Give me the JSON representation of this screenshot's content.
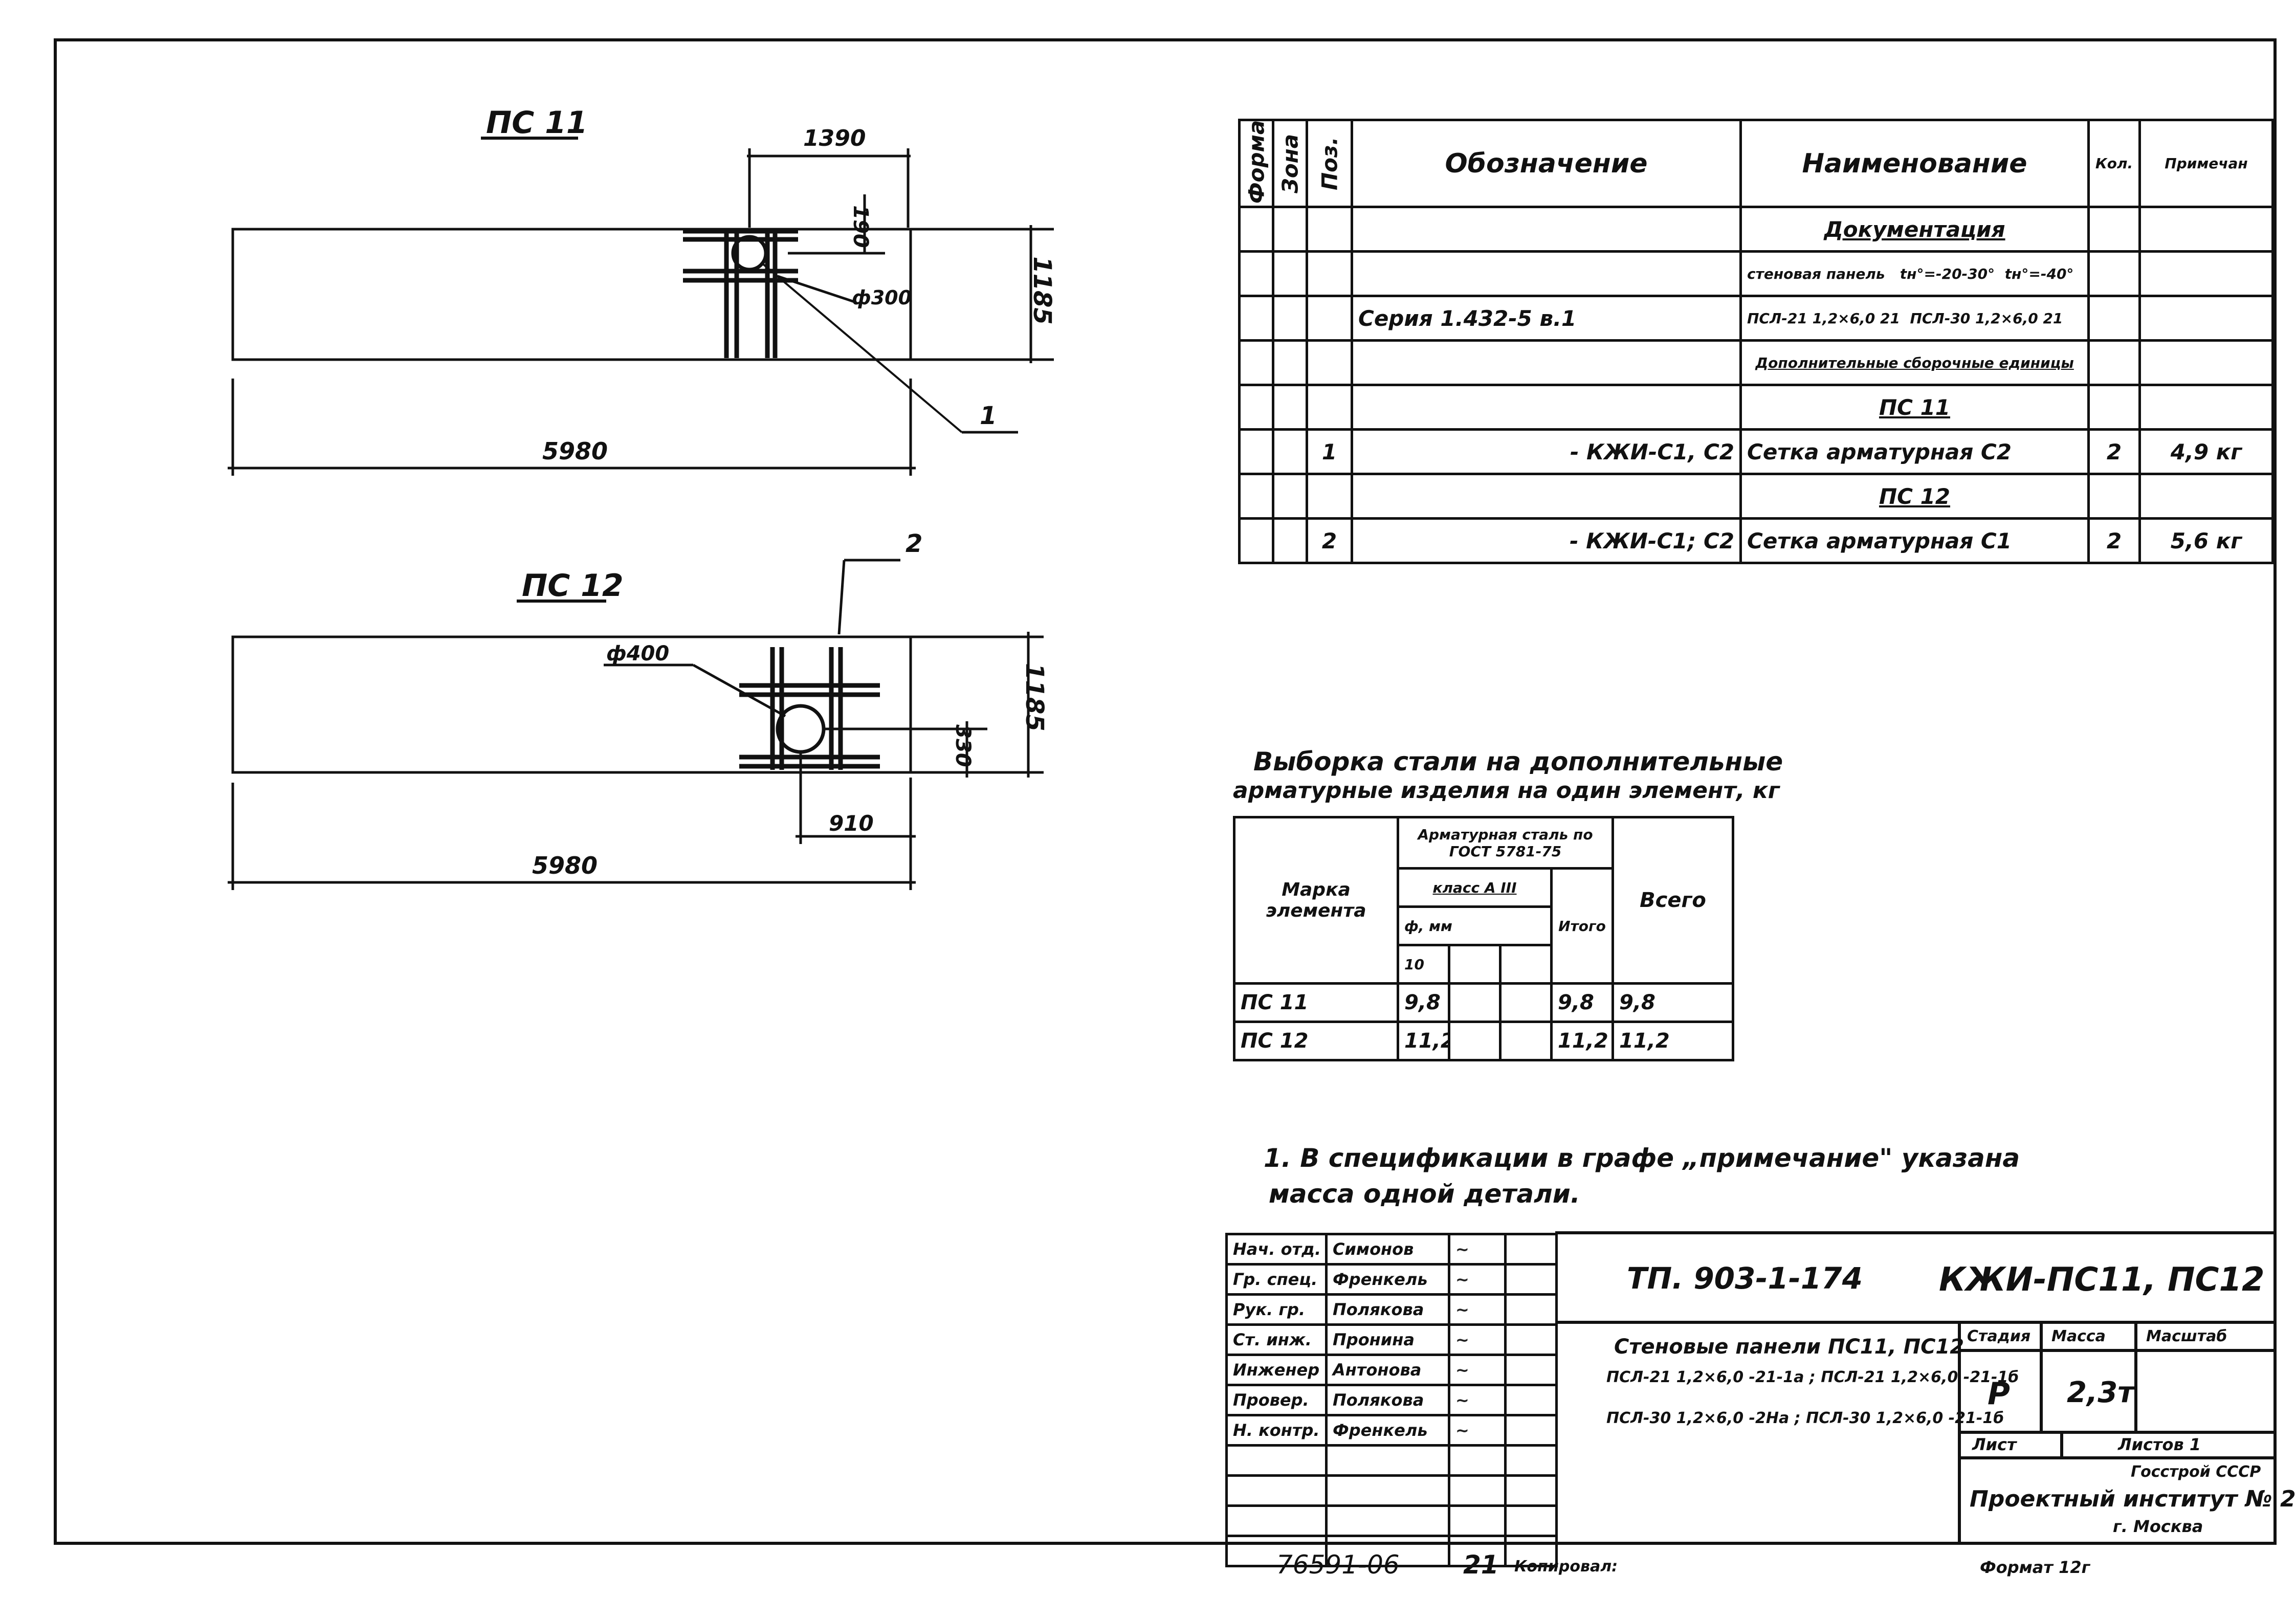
{
  "drawings": [
    {
      "title": "ПС 11",
      "dims": {
        "offset_h": "1390",
        "offset_v": "190",
        "height": "1185",
        "length": "5980",
        "hole": "ф300"
      },
      "callout": "1"
    },
    {
      "title": "ПС 12",
      "dims": {
        "offset_h": "910",
        "offset_v": "330",
        "height": "1185",
        "length": "5980",
        "hole": "ф400"
      },
      "callout": "2"
    }
  ],
  "spec_table": {
    "headers": [
      "Формат",
      "Зона",
      "Поз.",
      "Обозначение",
      "Наименование",
      "Кол.",
      "Примечан"
    ],
    "section_documentation": "Документация",
    "wall_panel_label": "стеновая панель",
    "temp_a": "tн°=-20-30°",
    "temp_b": "tн°=-40°",
    "series": "Серия 1.432-5 в.1",
    "panel_a": "ПСЛ-21 1,2×6,0 21",
    "panel_b": "ПСЛ-30 1,2×6,0 21",
    "section_additional": "Дополнительные сборочные единицы",
    "rows": [
      {
        "group": "ПС 11",
        "pos": "1",
        "designation": "- КЖИ-С1, С2",
        "name": "Сетка арматурная С2",
        "qty": "2",
        "note": "4,9 кг"
      },
      {
        "group": "ПС 12",
        "pos": "2",
        "designation": "- КЖИ-С1; С2",
        "name": "Сетка арматурная С1",
        "qty": "2",
        "note": "5,6 кг"
      }
    ]
  },
  "steel_table": {
    "caption_1": "Выборка стали на дополнительные",
    "caption_2": "арматурные изделия на один элемент, кг",
    "col_mark": "Марка элемента",
    "col_steel": "Арматурная сталь по ГОСТ 5781-75",
    "col_class": "класс А III",
    "col_diam": "ф, мм",
    "col_d10": "10",
    "col_total": "Итого",
    "col_all": "Всего",
    "rows": [
      {
        "mark": "ПС 11",
        "d10": "9,8",
        "total": "9,8",
        "all": "9,8"
      },
      {
        "mark": "ПС 12",
        "d10": "11,2",
        "total": "11,2",
        "all": "11,2"
      }
    ]
  },
  "note": {
    "line_1": "1. В спецификации в графе „примечание\" указана",
    "line_2": "масса одной детали."
  },
  "title_block": {
    "people": [
      {
        "role": "Нач. отд.",
        "name": "Симонов"
      },
      {
        "role": "Гр. спец.",
        "name": "Френкель"
      },
      {
        "role": "Рук. гр.",
        "name": "Полякова"
      },
      {
        "role": "Ст. инж.",
        "name": "Пронина"
      },
      {
        "role": "Инженер",
        "name": "Антонова"
      },
      {
        "role": "Провер.",
        "name": "Полякова"
      },
      {
        "role": "Н. контр.",
        "name": "Френкель"
      }
    ],
    "project_code": "ТП. 903-1-174",
    "drawing_code": "КЖИ-ПС11, ПС12",
    "description_1": "Стеновые панели ПС11, ПС12",
    "description_2": "ПСЛ-21 1,2×6,0 -21-1а ; ПСЛ-21 1,2×6,0 -21-1б",
    "description_3": "ПСЛ-30 1,2×6,0 -2На ; ПСЛ-30 1,2×6,0 -21-1б",
    "label_stage": "Стадия",
    "label_mass": "Масса",
    "label_scale": "Масштаб",
    "stage": "Р",
    "mass": "2,3т",
    "label_sheet": "Лист",
    "label_sheets": "Листов 1",
    "org_1": "Госстрой СССР",
    "org_2": "Проектный институт № 2",
    "org_3": "г. Москва"
  },
  "footer": {
    "inventory": "76591-06",
    "sheet_no": "21",
    "copied": "Копировал:",
    "format": "Формат 12г"
  }
}
